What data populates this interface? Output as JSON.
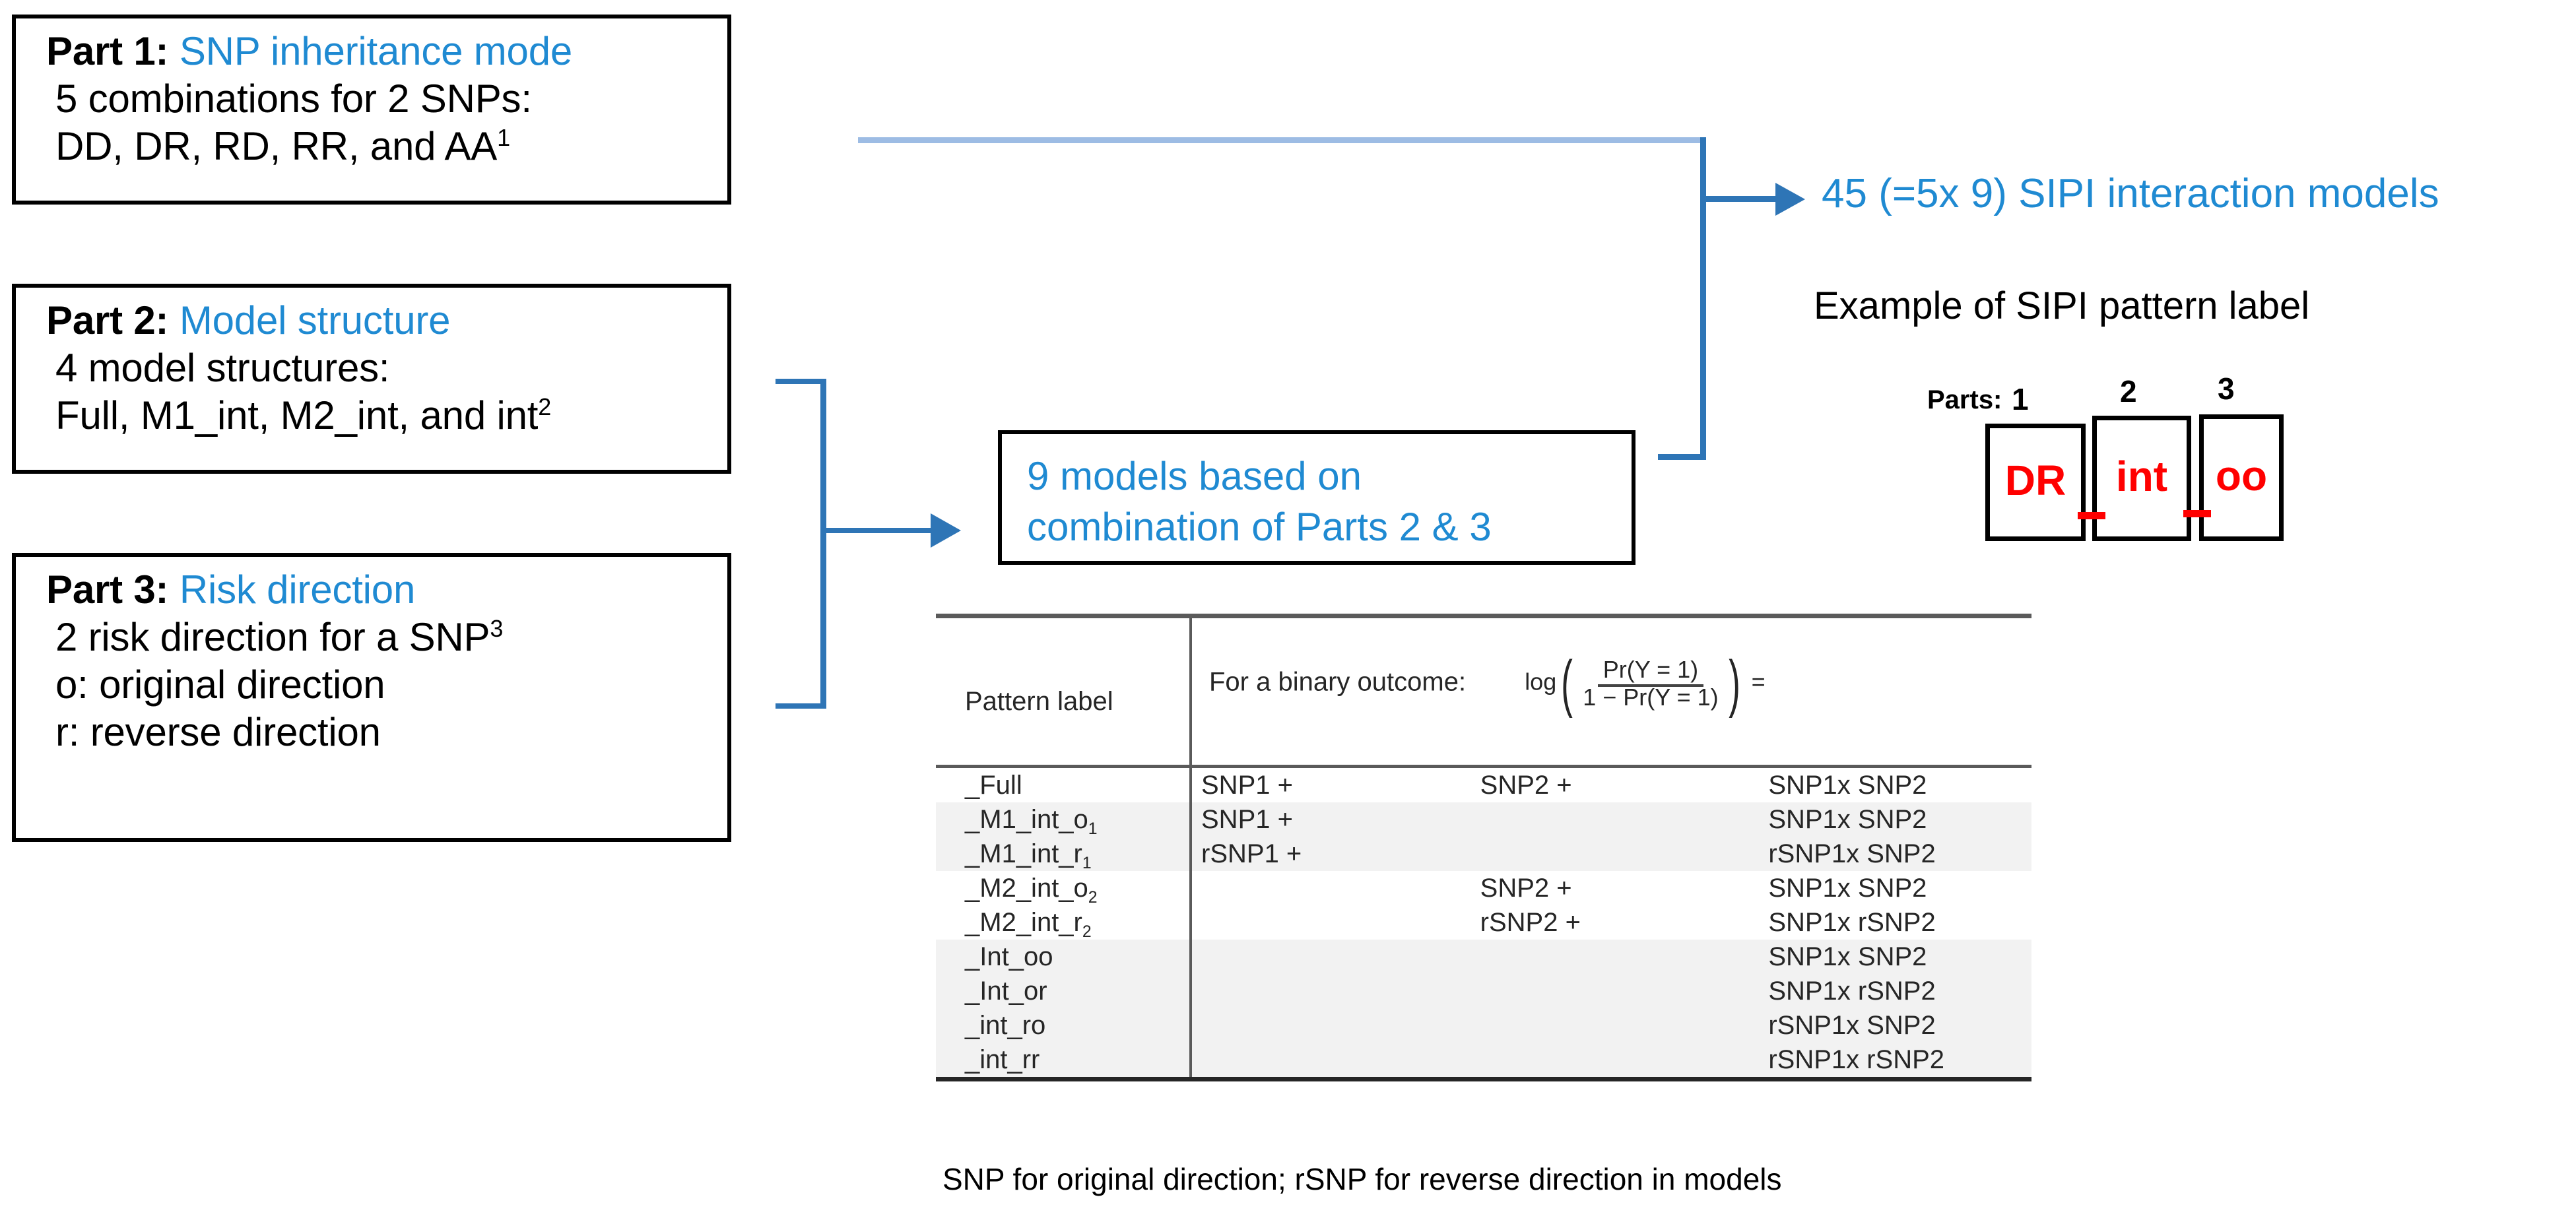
{
  "colors": {
    "blue_text": "#1F8AD2",
    "connector_blue": "#2E75B6",
    "connector_light_blue": "#9DBCE4",
    "red": "#FF0000",
    "black": "#000000"
  },
  "parts": [
    {
      "id": "part1",
      "heading_label": "Part 1:",
      "heading_topic": "SNP inheritance mode",
      "lines": [
        "5 combinations for 2 SNPs:",
        "DD, DR, RD, RR, and AA"
      ],
      "superscript": "1"
    },
    {
      "id": "part2",
      "heading_label": "Part 2:",
      "heading_topic": "Model structure",
      "lines": [
        "4 model structures:",
        "Full, M1_int, M2_int, and int"
      ],
      "superscript": "2"
    },
    {
      "id": "part3",
      "heading_label": "Part 3:",
      "heading_topic": "Risk direction",
      "lines": [
        "2 risk direction for a SNP",
        "o: original direction",
        "r: reverse direction"
      ],
      "superscript": "3"
    }
  ],
  "models_box": {
    "line1": "9 models based on",
    "line2": "combination of Parts 2 & 3"
  },
  "right": {
    "result_text": "45 (=5x 9) SIPI interaction models",
    "example_caption": "Example of SIPI pattern label"
  },
  "sipi_example": {
    "parts_word": "Parts:",
    "numbers": [
      "1",
      "2",
      "3"
    ],
    "cells": [
      "DR",
      "int",
      "oo"
    ],
    "separators": [
      "_",
      "_"
    ]
  },
  "table": {
    "header": {
      "col_label": "Pattern label",
      "binary_text": "For a binary outcome:",
      "formula": {
        "log": "log",
        "numerator": "Pr(Y = 1)",
        "denominator": "1 − Pr(Y = 1)",
        "equals": "="
      }
    },
    "rows": [
      {
        "label": "_Full",
        "label_sub": "",
        "a": "SNP1 +",
        "b": "SNP2 +",
        "c": "SNP1x  SNP2",
        "shaded": false
      },
      {
        "label": "_M1_int_o",
        "label_sub": "1",
        "a": "SNP1 +",
        "b": "",
        "c": "SNP1x  SNP2",
        "shaded": true
      },
      {
        "label": "_M1_int_r",
        "label_sub": "1",
        "a": "rSNP1 +",
        "b": "",
        "c": "rSNP1x  SNP2",
        "shaded": true
      },
      {
        "label": "_M2_int_o",
        "label_sub": "2",
        "a": "",
        "b": "SNP2 +",
        "c": "SNP1x  SNP2",
        "shaded": false
      },
      {
        "label": "_M2_int_r",
        "label_sub": "2",
        "a": "",
        "b": "rSNP2 +",
        "c": "SNP1x rSNP2",
        "shaded": false
      },
      {
        "label": "_Int_oo",
        "label_sub": "",
        "a": "",
        "b": "",
        "c": "SNP1x  SNP2",
        "shaded": true
      },
      {
        "label": "_Int_or",
        "label_sub": "",
        "a": "",
        "b": "",
        "c": "SNP1x rSNP2",
        "shaded": true
      },
      {
        "label": "_int_ro",
        "label_sub": "",
        "a": "",
        "b": "",
        "c": "rSNP1x  SNP2",
        "shaded": true
      },
      {
        "label": "_int_rr",
        "label_sub": "",
        "a": "",
        "b": "",
        "c": "rSNP1x rSNP2",
        "shaded": true
      }
    ],
    "note": "SNP for original direction; rSNP for reverse direction in models"
  }
}
